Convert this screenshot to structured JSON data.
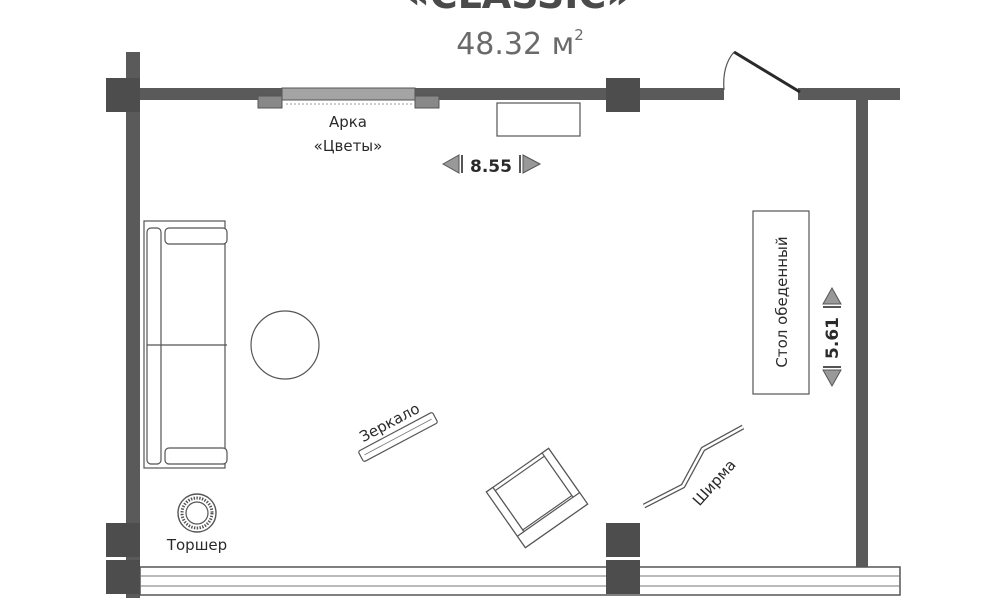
{
  "header": {
    "title": "«CLASSIC»",
    "area_value": "48.32 м",
    "area_sup": "2"
  },
  "labels": {
    "arch": "Арка",
    "arch_name": "«Цветы»",
    "dining_table": "Стол обеденный",
    "mirror": "Зеркало",
    "screen": "Ширма",
    "floor_lamp": "Торшер"
  },
  "dimensions": {
    "width": "8.55",
    "depth": "5.61"
  },
  "colors": {
    "wall": "#5a5a5a",
    "column": "#4d4d4d",
    "stroke": "#555555",
    "arch_fill": "#9a9a9a"
  }
}
